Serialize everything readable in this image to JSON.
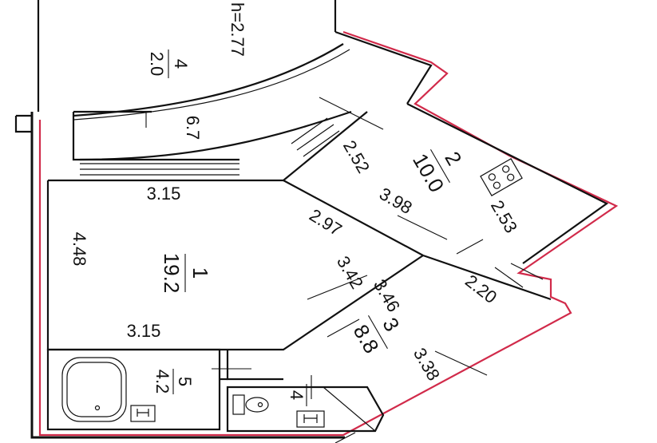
{
  "ceiling": {
    "height_label": "h=2.77"
  },
  "rooms": [
    {
      "number": "1",
      "area": "19.2"
    },
    {
      "number": "2",
      "area": "10.0"
    },
    {
      "number": "3",
      "area": "8.8"
    },
    {
      "number": "4",
      "area": "2.0"
    },
    {
      "number": "5",
      "area": "4.2"
    },
    {
      "number": "4",
      "area": ""
    }
  ],
  "dimensions": {
    "room1_top": "3.15",
    "room1_bottom": "3.15",
    "room1_left": "4.48",
    "room1_diag": "2.97",
    "room1_right": "3.42",
    "hall": "6.7",
    "room2_a": "2.52",
    "room2_b": "3.98",
    "room2_c": "2.53",
    "room3_a": "3.46",
    "room3_b": "2.20",
    "room3_c": "3.38"
  },
  "colors": {
    "wall": "#111111",
    "outline": "#d12a4a"
  },
  "icons": [
    "stove-icon",
    "bathtub-icon",
    "toilet-icon",
    "sink-icon",
    "sink-icon"
  ]
}
